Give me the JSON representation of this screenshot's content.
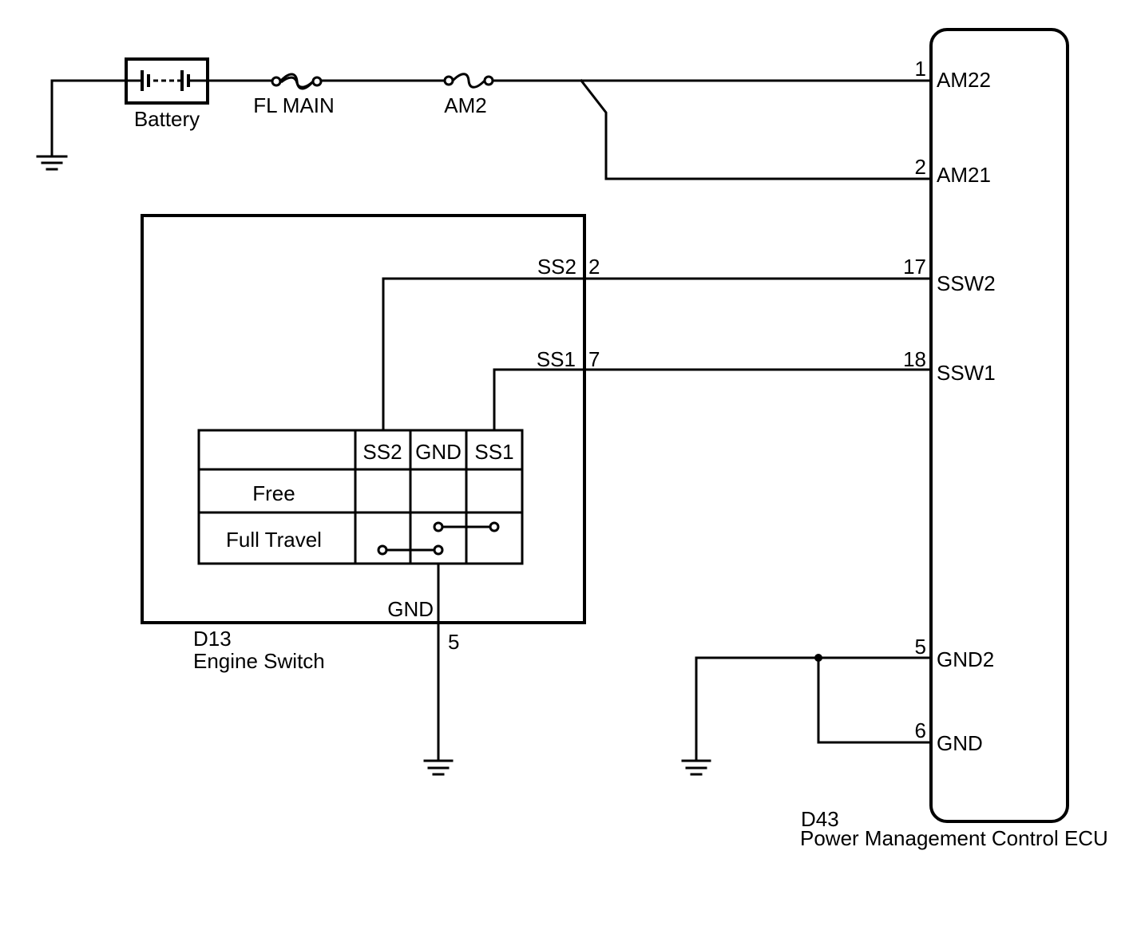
{
  "battery": {
    "label": "Battery"
  },
  "fuses": {
    "fl_main": "FL MAIN",
    "am2": "AM2"
  },
  "ecu": {
    "code": "D43",
    "name": "Power Management Control ECU",
    "pins": [
      {
        "num": "1",
        "name": "AM22"
      },
      {
        "num": "2",
        "name": "AM21"
      },
      {
        "num": "17",
        "name": "SSW2"
      },
      {
        "num": "18",
        "name": "SSW1"
      },
      {
        "num": "5",
        "name": "GND2"
      },
      {
        "num": "6",
        "name": "GND"
      }
    ]
  },
  "engine_switch": {
    "code": "D13",
    "name": "Engine Switch",
    "pins": [
      {
        "num": "2",
        "name": "SS2"
      },
      {
        "num": "7",
        "name": "SS1"
      },
      {
        "num": "5",
        "name": "GND"
      }
    ],
    "table": {
      "headers": [
        "SS2",
        "GND",
        "SS1"
      ],
      "rows": [
        "Free",
        "Full Travel"
      ]
    }
  }
}
